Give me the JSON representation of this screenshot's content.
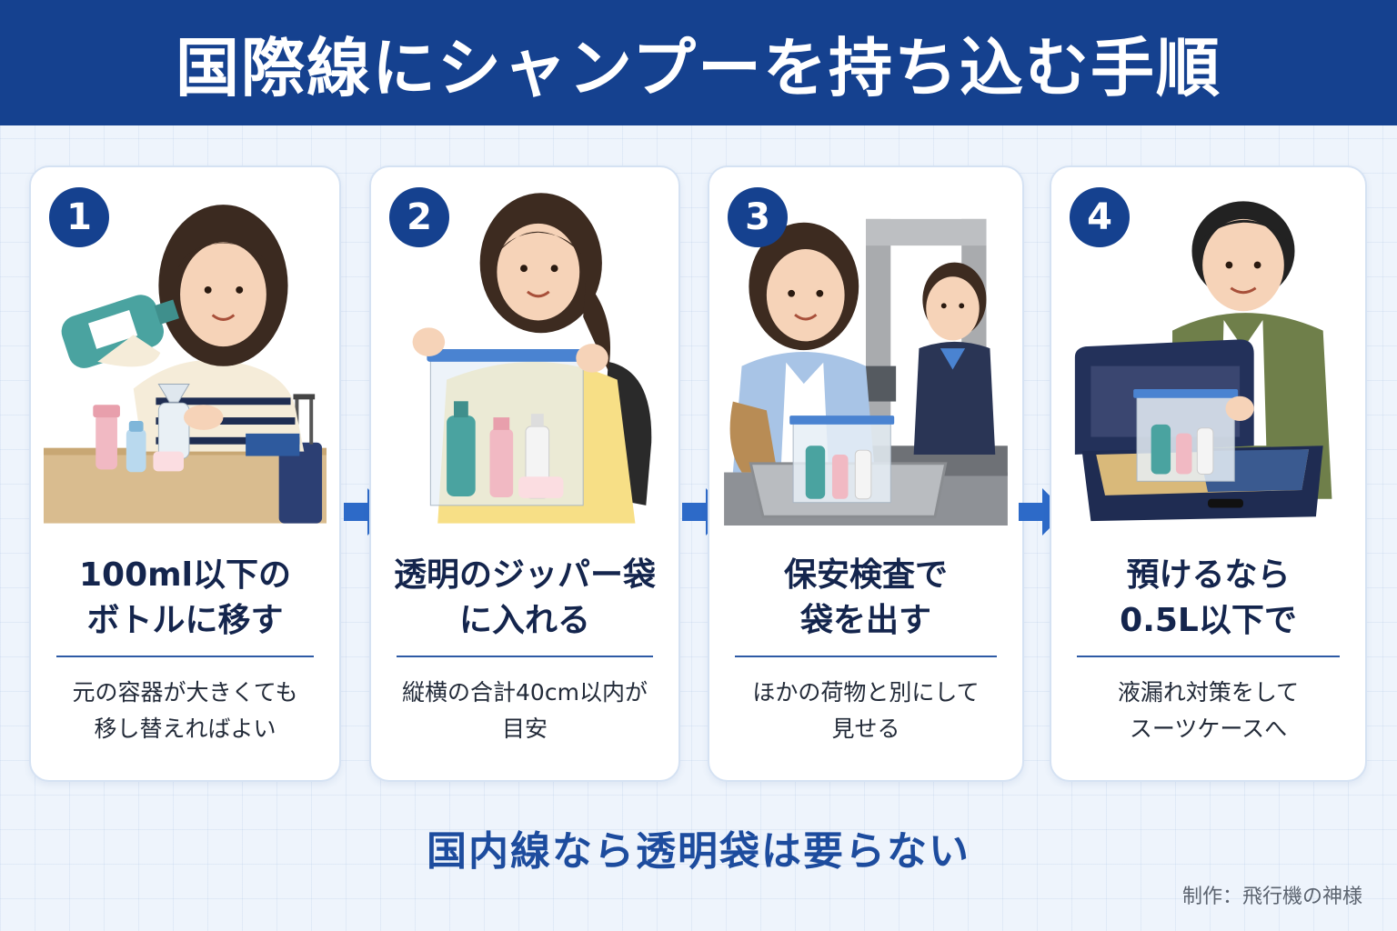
{
  "header": {
    "title": "国際線にシャンプーを持ち込む手順"
  },
  "steps": [
    {
      "number": "1",
      "title_lines": [
        "100ml以下の",
        "ボトルに移す"
      ],
      "desc_lines": [
        "元の容器が大きくても",
        "移し替えればよい"
      ]
    },
    {
      "number": "2",
      "title_lines": [
        "透明のジッパー袋",
        "に入れる"
      ],
      "desc_lines": [
        "縦横の合計40cm以内が",
        "目安"
      ]
    },
    {
      "number": "3",
      "title_lines": [
        "保安検査で",
        "袋を出す"
      ],
      "desc_lines": [
        "ほかの荷物と別にして",
        "見せる"
      ]
    },
    {
      "number": "4",
      "title_lines": [
        "預けるなら",
        "0.5L以下で"
      ],
      "desc_lines": [
        "液漏れ対策をして",
        "スーツケースへ"
      ]
    }
  ],
  "footer": {
    "note": "国内線なら透明袋は要らない",
    "credit": "制作：飛行機の神様"
  },
  "colors": {
    "header_bg": "#15418f",
    "accent": "#2d6ac8",
    "title_text": "#14254d"
  }
}
